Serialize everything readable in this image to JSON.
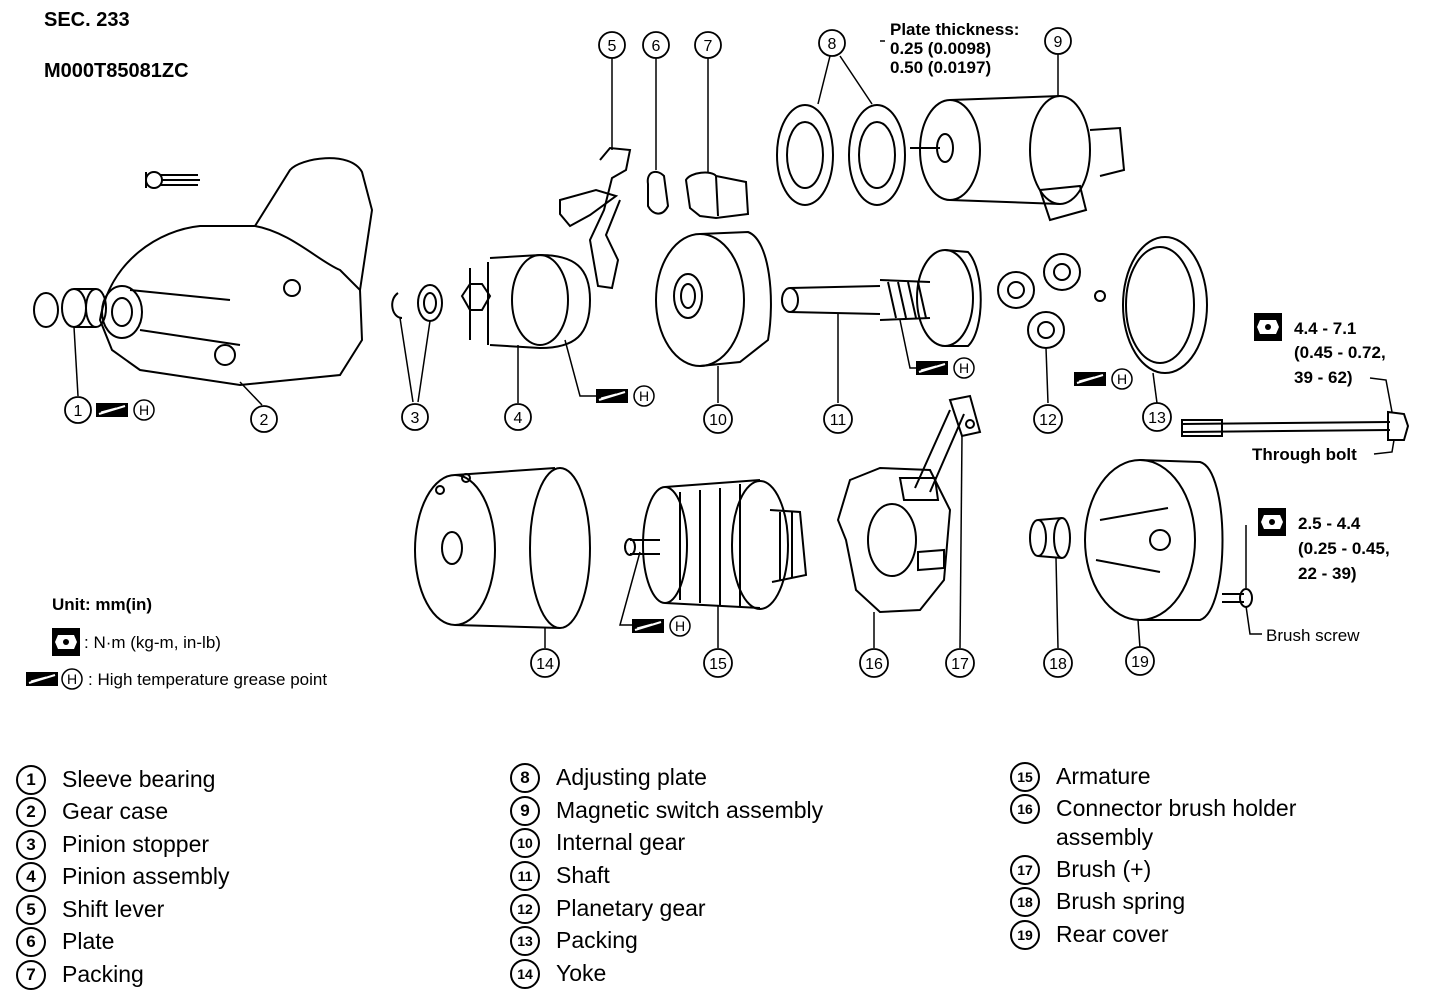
{
  "header": {
    "section": "SEC. 233",
    "code": "M000T85081ZC"
  },
  "notes": {
    "plate_thickness_label": "Plate thickness:",
    "plate_thickness_1": "0.25 (0.0098)",
    "plate_thickness_2": "0.50 (0.0197)",
    "through_bolt_torque_1": "4.4 - 7.1",
    "through_bolt_torque_2": "(0.45 - 0.72,",
    "through_bolt_torque_3": "39 - 62)",
    "through_bolt_label": "Through bolt",
    "brush_screw_torque_1": "2.5 - 4.4",
    "brush_screw_torque_2": "(0.25 - 0.45,",
    "brush_screw_torque_3": "22 - 39)",
    "brush_screw_label": "Brush screw",
    "unit": "Unit: mm(in)",
    "torque_unit": ": N·m (kg-m, in-lb)",
    "grease_point": ": High temperature grease point",
    "grease_symbol": "H"
  },
  "callouts": [
    "1",
    "2",
    "3",
    "4",
    "5",
    "6",
    "7",
    "8",
    "9",
    "10",
    "11",
    "12",
    "13",
    "14",
    "15",
    "16",
    "17",
    "18",
    "19"
  ],
  "parts": [
    {
      "num": "1",
      "name": "Sleeve bearing"
    },
    {
      "num": "2",
      "name": "Gear case"
    },
    {
      "num": "3",
      "name": "Pinion stopper"
    },
    {
      "num": "4",
      "name": "Pinion assembly"
    },
    {
      "num": "5",
      "name": "Shift lever"
    },
    {
      "num": "6",
      "name": "Plate"
    },
    {
      "num": "7",
      "name": "Packing"
    },
    {
      "num": "8",
      "name": "Adjusting plate"
    },
    {
      "num": "9",
      "name": "Magnetic switch assembly"
    },
    {
      "num": "10",
      "name": "Internal gear"
    },
    {
      "num": "11",
      "name": "Shaft"
    },
    {
      "num": "12",
      "name": "Planetary gear"
    },
    {
      "num": "13",
      "name": "Packing"
    },
    {
      "num": "14",
      "name": "Yoke"
    },
    {
      "num": "15",
      "name": "Armature"
    },
    {
      "num": "16",
      "name": "Connector brush holder assembly"
    },
    {
      "num": "17",
      "name": "Brush (+)"
    },
    {
      "num": "18",
      "name": "Brush spring"
    },
    {
      "num": "19",
      "name": "Rear cover"
    }
  ]
}
